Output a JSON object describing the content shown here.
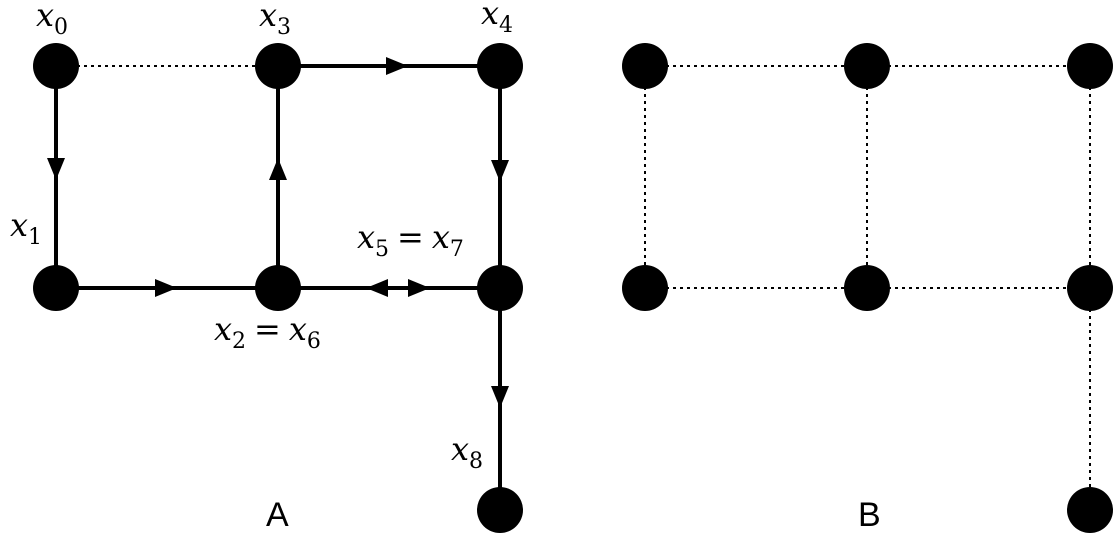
{
  "panels": [
    {
      "id": "A",
      "label": "A",
      "node_labels": [
        {
          "base": "x",
          "sub": "0"
        },
        {
          "base": "x",
          "sub": "3"
        },
        {
          "base": "x",
          "sub": "4"
        },
        {
          "base": "x",
          "sub": "1"
        },
        {
          "lhs": {
            "base": "x",
            "sub": "5"
          },
          "op": "=",
          "rhs": {
            "base": "x",
            "sub": "7"
          }
        },
        {
          "lhs": {
            "base": "x",
            "sub": "2"
          },
          "op": "=",
          "rhs": {
            "base": "x",
            "sub": "6"
          }
        },
        {
          "base": "x",
          "sub": "8"
        }
      ]
    },
    {
      "id": "B",
      "label": "B"
    }
  ],
  "colors": {
    "node": "#000000",
    "edge": "#000000",
    "background": "#ffffff"
  }
}
